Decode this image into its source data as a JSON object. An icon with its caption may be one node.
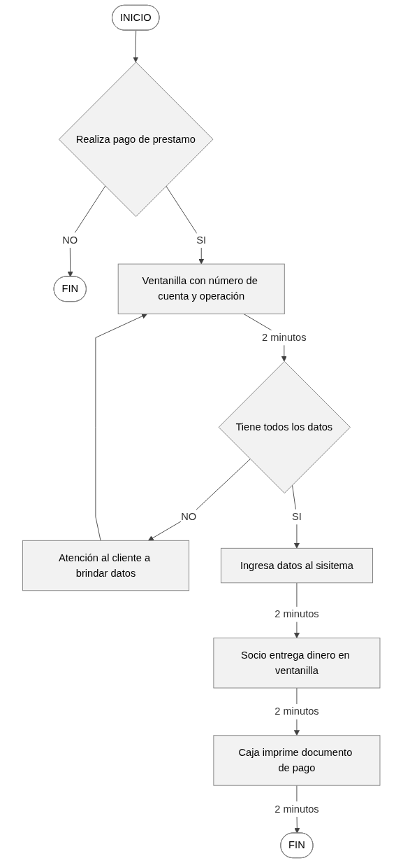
{
  "diagram": {
    "nodes": [
      {
        "text": [
          "INICIO"
        ]
      },
      {
        "text": [
          "Realiza pago de prestamo"
        ]
      },
      {
        "text": [
          "FIN"
        ]
      },
      {
        "text": [
          "Ventanilla con número de cuenta y operación"
        ]
      },
      {
        "text": [
          "Atención al cliente a brindar datos"
        ]
      },
      {
        "text": [
          "Tiene todos los datos"
        ]
      },
      {
        "text": [
          "Ingresa datos al sisitema"
        ]
      },
      {
        "text": [
          "Socio entrega dinero en ventanilla"
        ]
      },
      {
        "text": [
          "Caja imprime documento de pago"
        ]
      },
      {
        "text": [
          "FIN"
        ]
      }
    ],
    "edges": [
      {
        "from": 0,
        "to": 1,
        "arrow": "to"
      },
      {
        "from": 1,
        "to": 2,
        "label": "NO",
        "arrow": "to"
      },
      {
        "from": 1,
        "to": 3,
        "label": "SI",
        "arrow": "to"
      },
      {
        "from": 3,
        "to": 5,
        "label": "2 minutos",
        "arrow": "to"
      },
      {
        "from": 5,
        "to": 4,
        "label": "NO",
        "arrow": "to"
      },
      {
        "from": 4,
        "to": 3,
        "arrow": "to"
      },
      {
        "from": 5,
        "to": 6,
        "label": "SI",
        "arrow": "to"
      },
      {
        "from": 6,
        "to": 7,
        "label": "2 minutos",
        "arrow": "to"
      },
      {
        "from": 7,
        "to": 8,
        "label": "2 minutos",
        "arrow": "to"
      },
      {
        "from": 8,
        "to": 9,
        "label": "2 minutos",
        "arrow": "to"
      }
    ]
  }
}
